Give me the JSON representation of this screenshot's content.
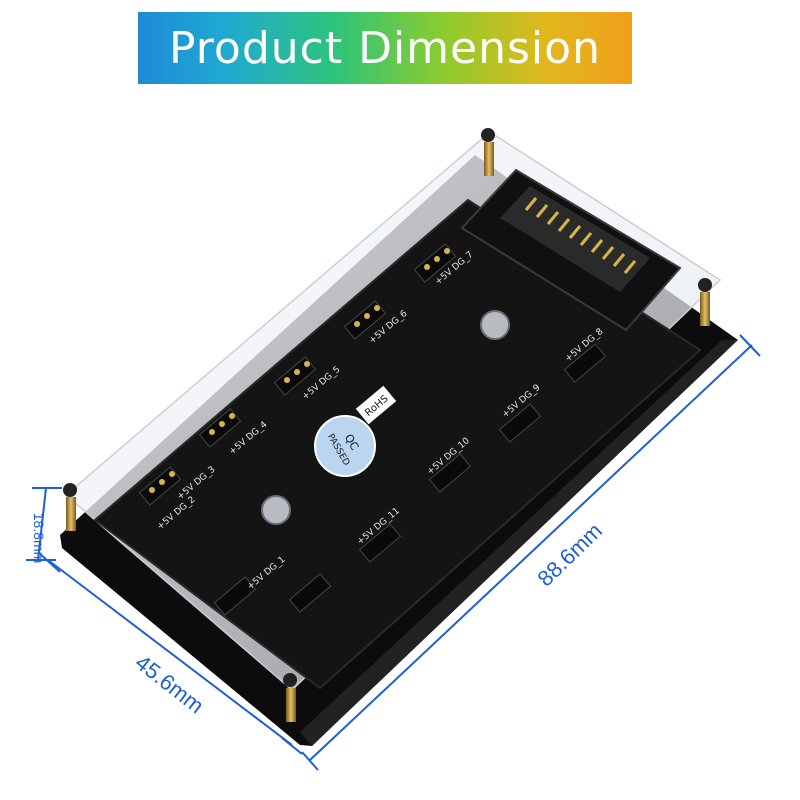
{
  "banner": {
    "title": "Product Dimension"
  },
  "dimensions": {
    "height": "18.8mm",
    "width": "45.6mm",
    "length": "88.6mm"
  },
  "board_labels": {
    "connectors": [
      "+5V DG_1",
      "+5V DG_2",
      "+5V DG_3",
      "+5V DG_4",
      "+5V DG_5",
      "+5V DG_6",
      "+5V DG_7",
      "+5V DG_8",
      "+5V DG_9",
      "+5V DG_10",
      "+5V DG_11"
    ],
    "qc_line1": "QC",
    "qc_line2": "PASSED",
    "rohs": "RoHS"
  },
  "colors": {
    "dimension_line": "#1f5fd6",
    "pcb": "#141414",
    "acrylic_base": "#0c0c0c"
  }
}
